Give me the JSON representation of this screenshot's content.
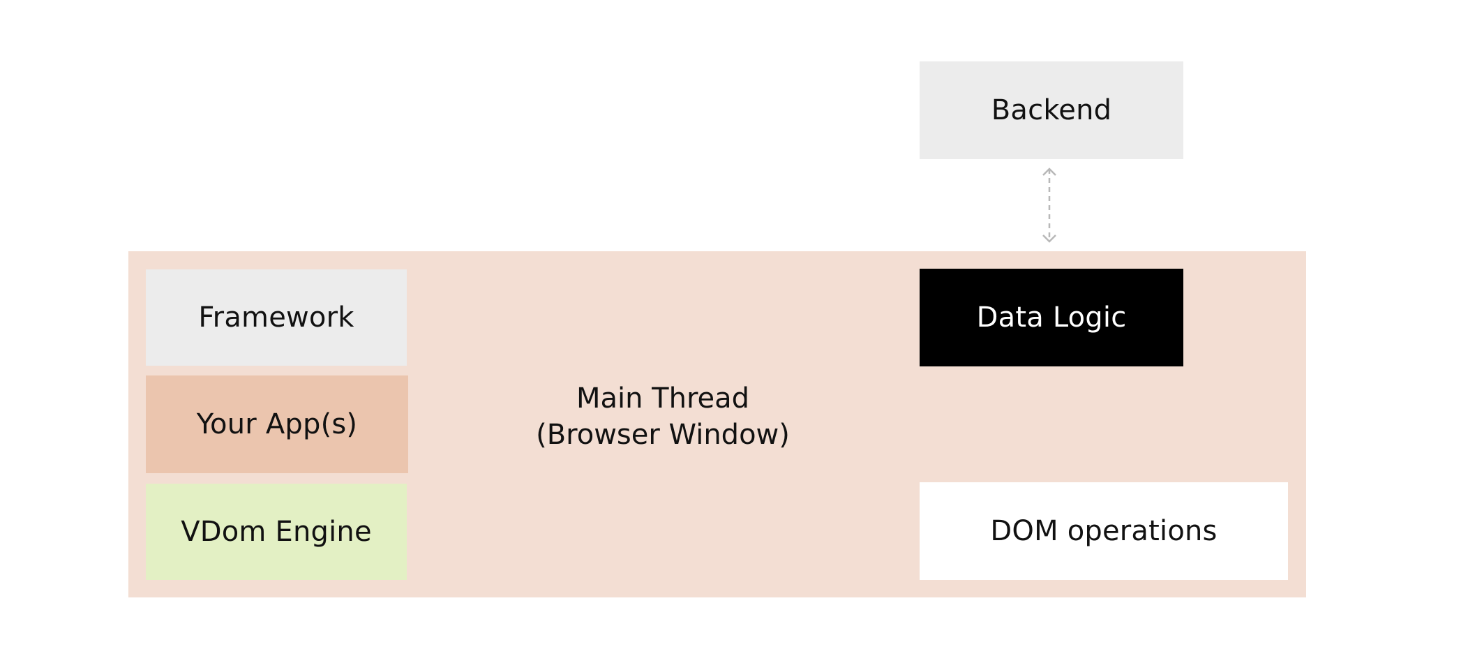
{
  "colors": {
    "main_thread_bg": "#f3ded3",
    "framework_bg": "#ececec",
    "your_apps_bg": "#ebc5ae",
    "vdom_engine_bg": "#e3f0c4",
    "backend_bg": "#ececec",
    "data_logic_bg": "#000000",
    "data_logic_text": "#ffffff",
    "dom_operations_bg": "#ffffff",
    "connector": "#b8b8b8"
  },
  "diagram": {
    "backend": "Backend",
    "main_thread": {
      "line1": "Main Thread",
      "line2": "(Browser Window)"
    },
    "framework": "Framework",
    "your_apps": "Your App(s)",
    "vdom_engine": "VDom Engine",
    "data_logic": "Data Logic",
    "dom_operations": "DOM operations"
  }
}
